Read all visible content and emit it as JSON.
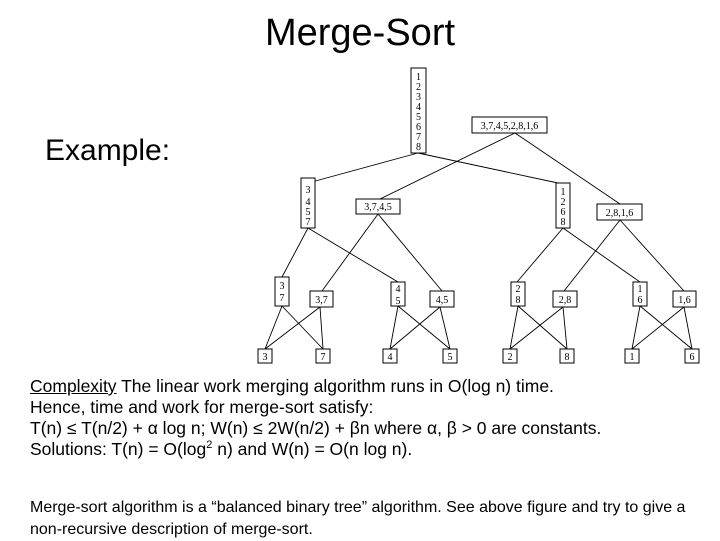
{
  "title": "Merge-Sort",
  "example_label": "Example:",
  "tree": {
    "root_box": [
      "1",
      "2",
      "3",
      "4",
      "5",
      "6",
      "7",
      "8"
    ],
    "root_tag": "3,7,4,5,2,8,1,6",
    "l1_left_box": [
      "3",
      "4",
      "5",
      "7"
    ],
    "l1_left_tag": "3,7,4,5",
    "l1_right_box": [
      "1",
      "2",
      "6",
      "8"
    ],
    "l1_right_tag": "2,8,1,6",
    "l2": [
      {
        "box": [
          "3",
          "7"
        ],
        "tag": "3,7"
      },
      {
        "box": [
          "4",
          "5"
        ],
        "tag": "4,5"
      },
      {
        "box": [
          "2",
          "8"
        ],
        "tag": "2,8"
      },
      {
        "box": [
          "1",
          "6"
        ],
        "tag": "1,6"
      }
    ],
    "leaves": [
      "3",
      "7",
      "4",
      "5",
      "2",
      "8",
      "1",
      "6"
    ]
  },
  "complexity": {
    "heading": "Complexity",
    "line1_rest": " The linear work merging algorithm runs in O(log n) time.",
    "line2": "Hence, time and work for merge-sort satisfy:",
    "line3": "T(n) ≤ T(n/2) + α log n; W(n) ≤ 2W(n/2) + βn where α, β > 0 are constants.",
    "line4_a": "Solutions: T(n) = O(log",
    "line4_sup": "2",
    "line4_b": " n) and W(n) = O(n log n)."
  },
  "note": "Merge-sort algorithm is a “balanced binary tree” algorithm. See above figure and try to give a non-recursive description of merge-sort."
}
